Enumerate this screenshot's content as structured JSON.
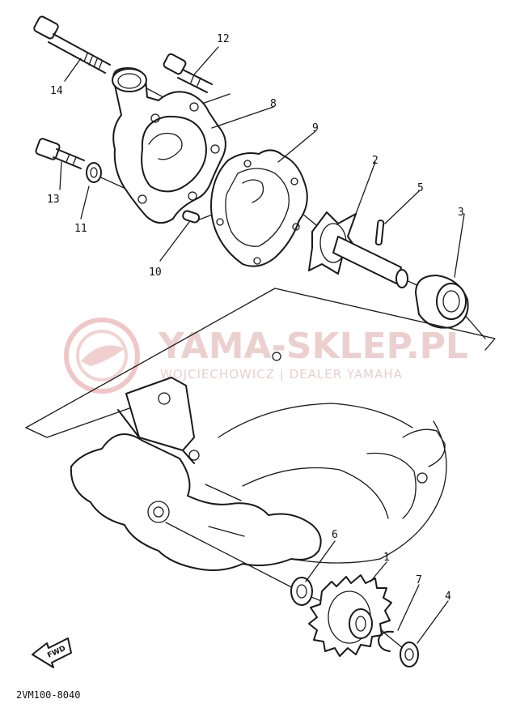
{
  "callouts": [
    {
      "id": "1",
      "text": "1"
    },
    {
      "id": "2",
      "text": "2"
    },
    {
      "id": "3",
      "text": "3"
    },
    {
      "id": "4",
      "text": "4"
    },
    {
      "id": "5",
      "text": "5"
    },
    {
      "id": "6",
      "text": "6"
    },
    {
      "id": "7",
      "text": "7"
    },
    {
      "id": "8",
      "text": "8"
    },
    {
      "id": "9",
      "text": "9"
    },
    {
      "id": "10",
      "text": "10"
    },
    {
      "id": "11",
      "text": "11"
    },
    {
      "id": "12",
      "text": "12"
    },
    {
      "id": "13",
      "text": "13"
    },
    {
      "id": "14",
      "text": "14"
    }
  ],
  "diagram_code": "2VM100-8040",
  "fwd_label": "FWD",
  "watermark": {
    "title": "YAMA-SKLEP.PL",
    "subtitle": "WOJCIECHOWICZ | DEALER YAMAHA"
  }
}
